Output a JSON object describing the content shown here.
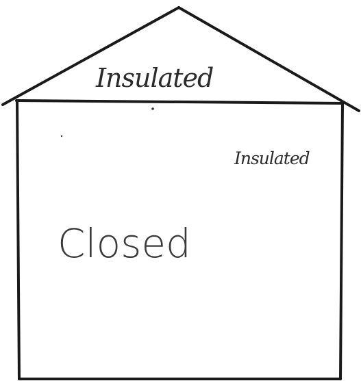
{
  "labels": {
    "roof": "Insulated",
    "wall": "Insulated",
    "center": "Closed"
  }
}
